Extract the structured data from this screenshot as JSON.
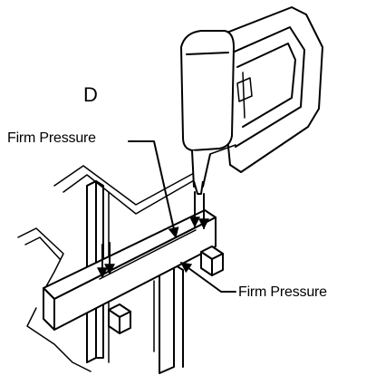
{
  "diagram": {
    "step_letter": "D",
    "callouts": {
      "top": "Firm Pressure",
      "right": "Firm Pressure"
    }
  }
}
